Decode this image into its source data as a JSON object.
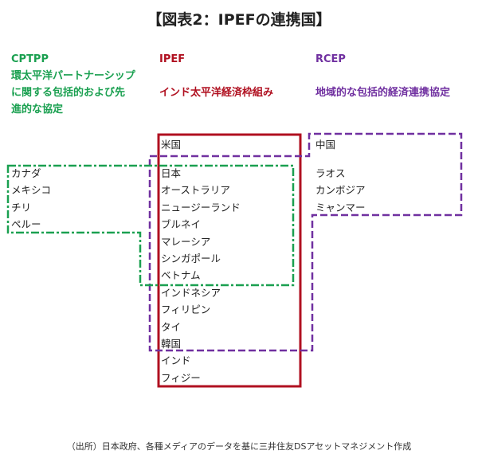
{
  "title": "【図表2：IPEFの連携国】",
  "groups": {
    "cptpp": {
      "name": "CPTPP",
      "desc": [
        "環太平洋パートナーシップ",
        "に関する包括的および先",
        "進的な協定"
      ],
      "color": "#1aa050"
    },
    "ipef": {
      "name": "IPEF",
      "desc": "インド太平洋経済枠組み",
      "color": "#b01020"
    },
    "rcep": {
      "name": "RCEP",
      "desc": "地域的な包括的経済連携協定",
      "color": "#7030a0"
    }
  },
  "countries": {
    "left": [
      "カナダ",
      "メキシコ",
      "チリ",
      "ペルー"
    ],
    "center": [
      "米国",
      "日本",
      "オーストラリア",
      "ニュージーランド",
      "ブルネイ",
      "マレーシア",
      "シンガポール",
      "ベトナム",
      "インドネシア",
      "フィリピン",
      "タイ",
      "韓国",
      "インド",
      "フィジー"
    ],
    "right": [
      "中国",
      "ラオス",
      "カンボジア",
      "ミャンマー"
    ]
  },
  "source": "（出所）日本政府、各種メディアのデータを基に三井住友DSアセットマネジメント作成"
}
